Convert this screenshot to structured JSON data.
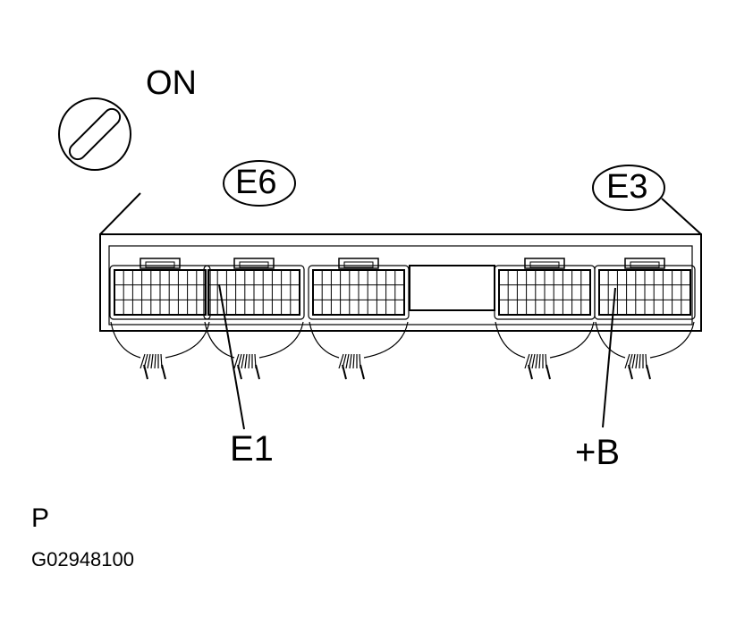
{
  "labels": {
    "ignition": "ON",
    "connector_left": "E6",
    "connector_right": "E3",
    "terminal_left": "E1",
    "terminal_right": "+B",
    "shift_position": "P",
    "figure_code": "G02948100"
  },
  "icons": {
    "ignition_switch": "ignition-key-switch-icon"
  }
}
